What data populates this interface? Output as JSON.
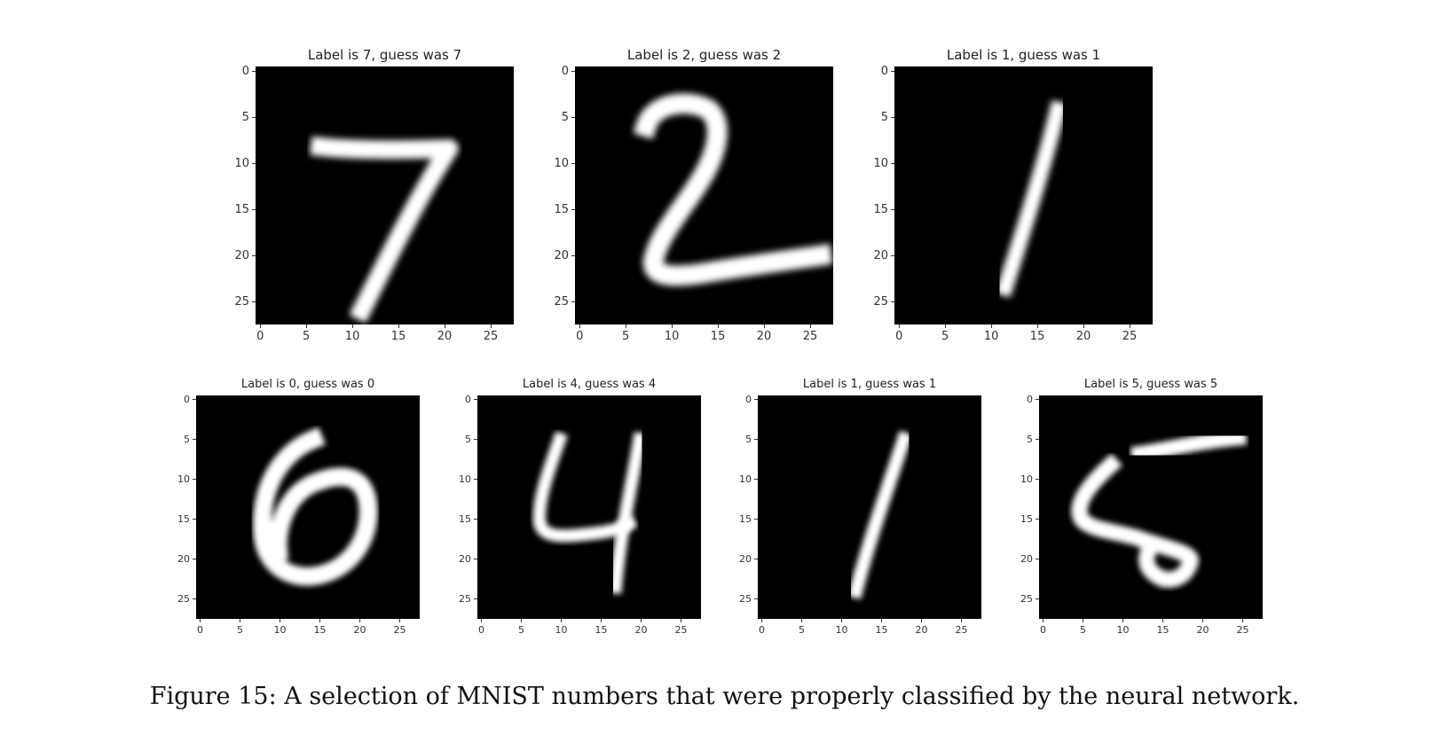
{
  "figure": {
    "caption": "Figure 15: A selection of MNIST numbers that were properly classified by the neural network.",
    "colors": {
      "background": "#000000",
      "stroke": "#ffffff"
    },
    "axis": {
      "ticks": [
        "0",
        "5",
        "10",
        "15",
        "20",
        "25"
      ],
      "tick_values": [
        0,
        5,
        10,
        15,
        20,
        25
      ],
      "xlim": [
        -0.5,
        27.5
      ],
      "ylim": [
        -0.5,
        27.5
      ]
    },
    "panels": [
      {
        "title": "Label is 7, guess was 7",
        "label": 7,
        "guess": 7
      },
      {
        "title": "Label is 2, guess was 2",
        "label": 2,
        "guess": 2
      },
      {
        "title": "Label is 1, guess was 1",
        "label": 1,
        "guess": 1
      },
      {
        "title": "Label is 0, guess was 0",
        "label": 0,
        "guess": 0
      },
      {
        "title": "Label is 4, guess was 4",
        "label": 4,
        "guess": 4
      },
      {
        "title": "Label is 1, guess was 1",
        "label": 1,
        "guess": 1
      },
      {
        "title": "Label is 5, guess was 5",
        "label": 5,
        "guess": 5
      }
    ]
  }
}
